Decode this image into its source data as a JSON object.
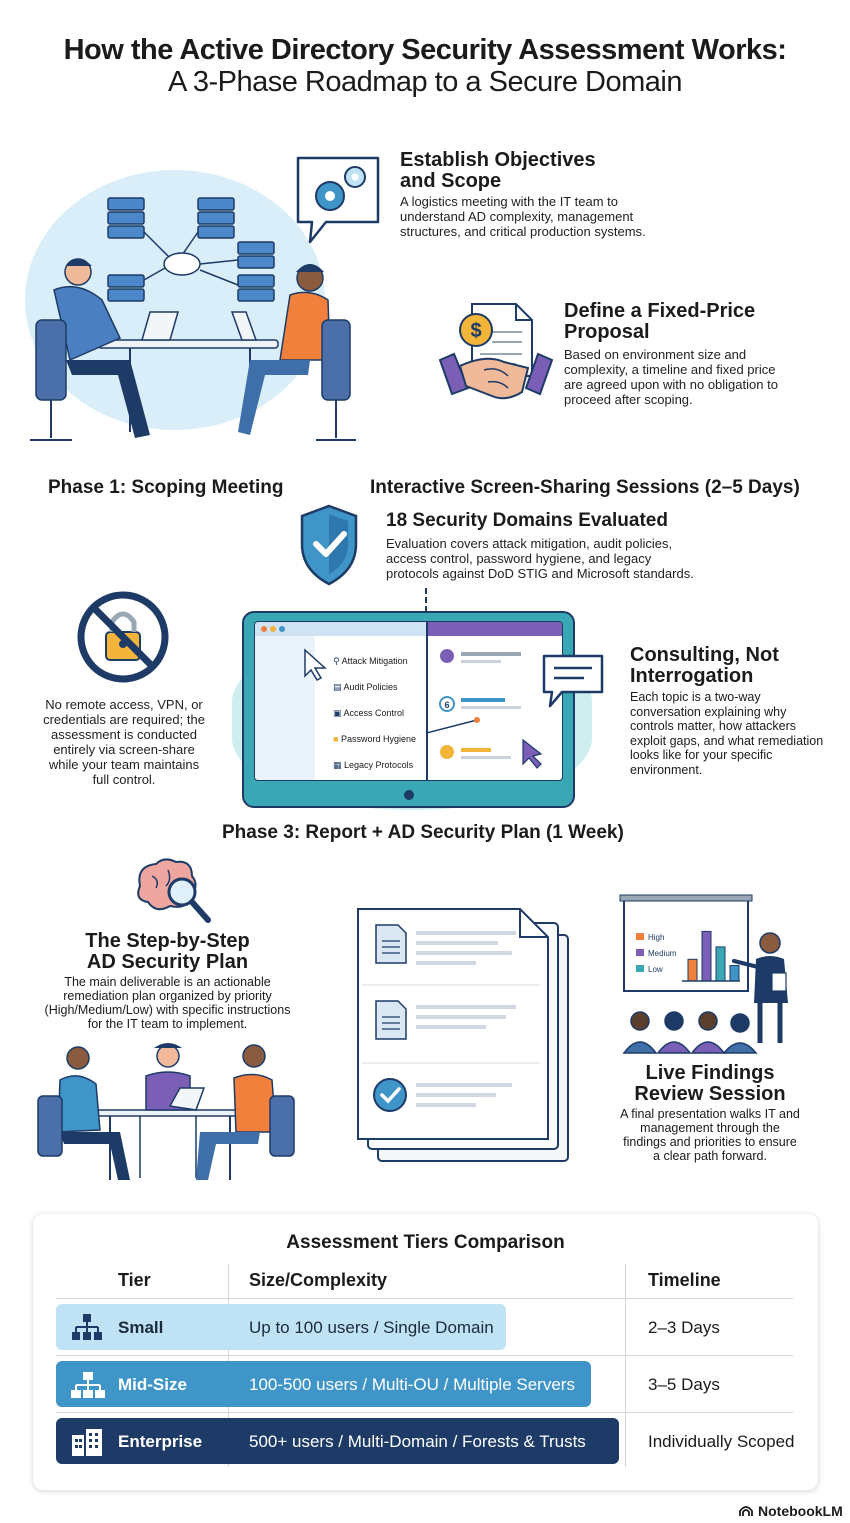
{
  "title": {
    "line1": "How the Active Directory Security Assessment Works:",
    "line2": "A 3-Phase Roadmap to a Secure Domain"
  },
  "phase1": {
    "label": "Phase 1: Scoping Meeting",
    "objectives": {
      "heading_line1": "Establish Objectives",
      "heading_line2": "and Scope",
      "body_lines": [
        "A logistics meeting with the IT team to",
        "understand AD complexity, management",
        "structures, and critical production systems."
      ]
    },
    "proposal": {
      "heading_line1": "Define a Fixed-Price",
      "heading_line2": "Proposal",
      "body_lines": [
        "Based on environment size and",
        "complexity, a timeline and fixed price",
        "are agreed upon with no obligation to",
        "proceed after scoping."
      ]
    }
  },
  "phase2": {
    "label": "Interactive Screen-Sharing Sessions (2–5 Days)",
    "domains": {
      "heading": "18 Security Domains Evaluated",
      "body_lines": [
        "Evaluation covers attack mitigation, audit policies,",
        "access control, password hygiene, and legacy",
        "protocols against DoD STIG and Microsoft standards."
      ]
    },
    "no_remote": {
      "body_lines": [
        "No remote access, VPN, or",
        "credentials are required; the",
        "assessment is conducted",
        "entirely via screen-share",
        "while your team maintains",
        "full control."
      ]
    },
    "consulting": {
      "heading_line1": "Consulting, Not",
      "heading_line2": "Interrogation",
      "body_lines": [
        "Each topic is a two-way",
        "conversation explaining why",
        "controls matter, how attackers",
        "exploit gaps, and what remediation",
        "looks like for your specific",
        "environment."
      ]
    },
    "screen_menu": [
      "Attack Mitigation",
      "Audit Policies",
      "Access Control",
      "Password Hygiene",
      "Legacy Protocols"
    ],
    "screen_badge": "6"
  },
  "phase3": {
    "label": "Phase 3: Report + AD Security Plan (1 Week)",
    "plan": {
      "heading_line1": "The Step-by-Step",
      "heading_line2": "AD Security Plan",
      "body_lines": [
        "The main deliverable is an actionable",
        "remediation plan organized by priority",
        "(High/Medium/Low) with specific instructions",
        "for the IT team to implement."
      ]
    },
    "review": {
      "heading_line1": "Live Findings",
      "heading_line2": "Review Session",
      "body_lines": [
        "A final presentation walks IT and",
        "management through the",
        "findings and priorities to ensure",
        "a clear path forward."
      ]
    },
    "chart_legend": [
      "High",
      "Medium",
      "Low"
    ],
    "chart_bars": [
      0.35,
      0.8,
      0.55,
      0.25
    ]
  },
  "tiers_table": {
    "title": "Assessment Tiers Comparison",
    "headers": {
      "tier": "Tier",
      "size": "Size/Complexity",
      "timeline": "Timeline"
    },
    "rows": [
      {
        "tier": "Small",
        "size": "Up to 100 users / Single Domain",
        "timeline": "2–3 Days",
        "color": "#bfe3f5",
        "text_color": "#1b2b3a",
        "icon": "hierarchy-small-icon"
      },
      {
        "tier": "Mid-Size",
        "size": "100-500 users / Multi-OU / Multiple Servers",
        "timeline": "3–5 Days",
        "color": "#3f95c8",
        "text_color": "#ffffff",
        "icon": "hierarchy-mid-icon"
      },
      {
        "tier": "Enterprise",
        "size": "500+ users / Multi-Domain / Forests & Trusts",
        "timeline": "Individually Scoped",
        "color": "#1d3b66",
        "text_color": "#ffffff",
        "icon": "buildings-icon"
      }
    ]
  },
  "footer": {
    "brand": "NotebookLM"
  },
  "colors": {
    "navy": "#1d3b66",
    "blue": "#3f95c8",
    "light_blue": "#bfe3f5",
    "teal": "#3aa7b5",
    "purple": "#7b5fb6",
    "orange": "#f0803c",
    "gold": "#f2b53a"
  }
}
